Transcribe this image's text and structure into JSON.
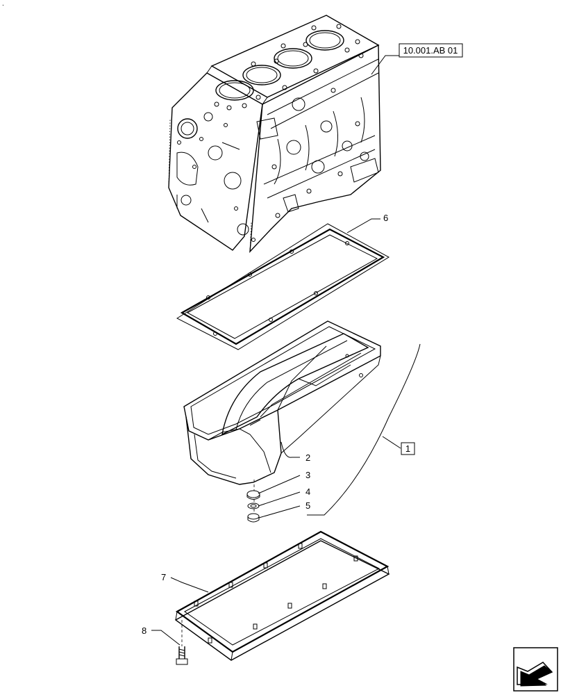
{
  "reference_box": {
    "label": "10.001.AB 01"
  },
  "assembly_box": {
    "label": "1"
  },
  "callouts": [
    {
      "id": "gasket-upper",
      "label": "6"
    },
    {
      "id": "oil-pan",
      "label": "2"
    },
    {
      "id": "drain-plug-part-3",
      "label": "3"
    },
    {
      "id": "washer-part-4",
      "label": "4"
    },
    {
      "id": "plug-part-5",
      "label": "5"
    },
    {
      "id": "lower-frame",
      "label": "7"
    },
    {
      "id": "bolt",
      "label": "8"
    }
  ],
  "corner_mark": {
    "label": "."
  },
  "icons": {
    "navigation": "next-page-arrow-icon"
  }
}
